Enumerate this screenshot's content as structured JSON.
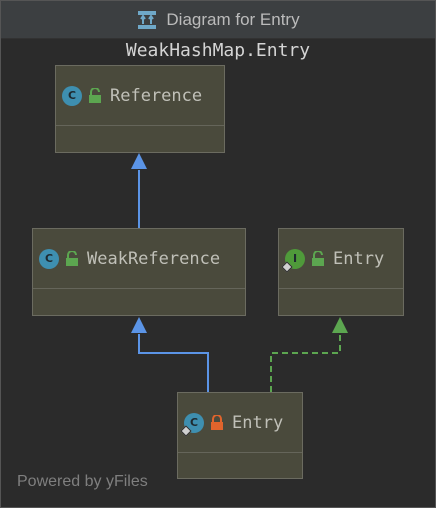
{
  "window": {
    "title": "Diagram for Entry"
  },
  "diagram": {
    "heading": "WeakHashMap.Entry",
    "nodes": [
      {
        "name": "Reference",
        "kind": "class",
        "kind_letter": "C",
        "visibility": "public"
      },
      {
        "name": "WeakReference",
        "kind": "class",
        "kind_letter": "C",
        "visibility": "public"
      },
      {
        "name": "Entry",
        "kind": "interface",
        "kind_letter": "I",
        "visibility": "public"
      },
      {
        "name": "Entry",
        "kind": "class",
        "kind_letter": "C",
        "visibility": "private"
      }
    ],
    "edges": [
      {
        "from": "WeakReference",
        "to": "Reference",
        "type": "extends",
        "color": "#5b94e6"
      },
      {
        "from": "Entry (class)",
        "to": "WeakReference",
        "type": "extends",
        "color": "#5b94e6"
      },
      {
        "from": "Entry (class)",
        "to": "Entry (interface)",
        "type": "implements",
        "color": "#5ca650"
      }
    ]
  },
  "footer": {
    "text": "Powered by yFiles"
  },
  "colors": {
    "background": "#2b2b2b",
    "node_fill": "#4a4a3c",
    "extends_edge": "#5b94e6",
    "implements_edge": "#5ca650",
    "public_lock": "#5ca650",
    "private_lock": "#e0642c"
  }
}
